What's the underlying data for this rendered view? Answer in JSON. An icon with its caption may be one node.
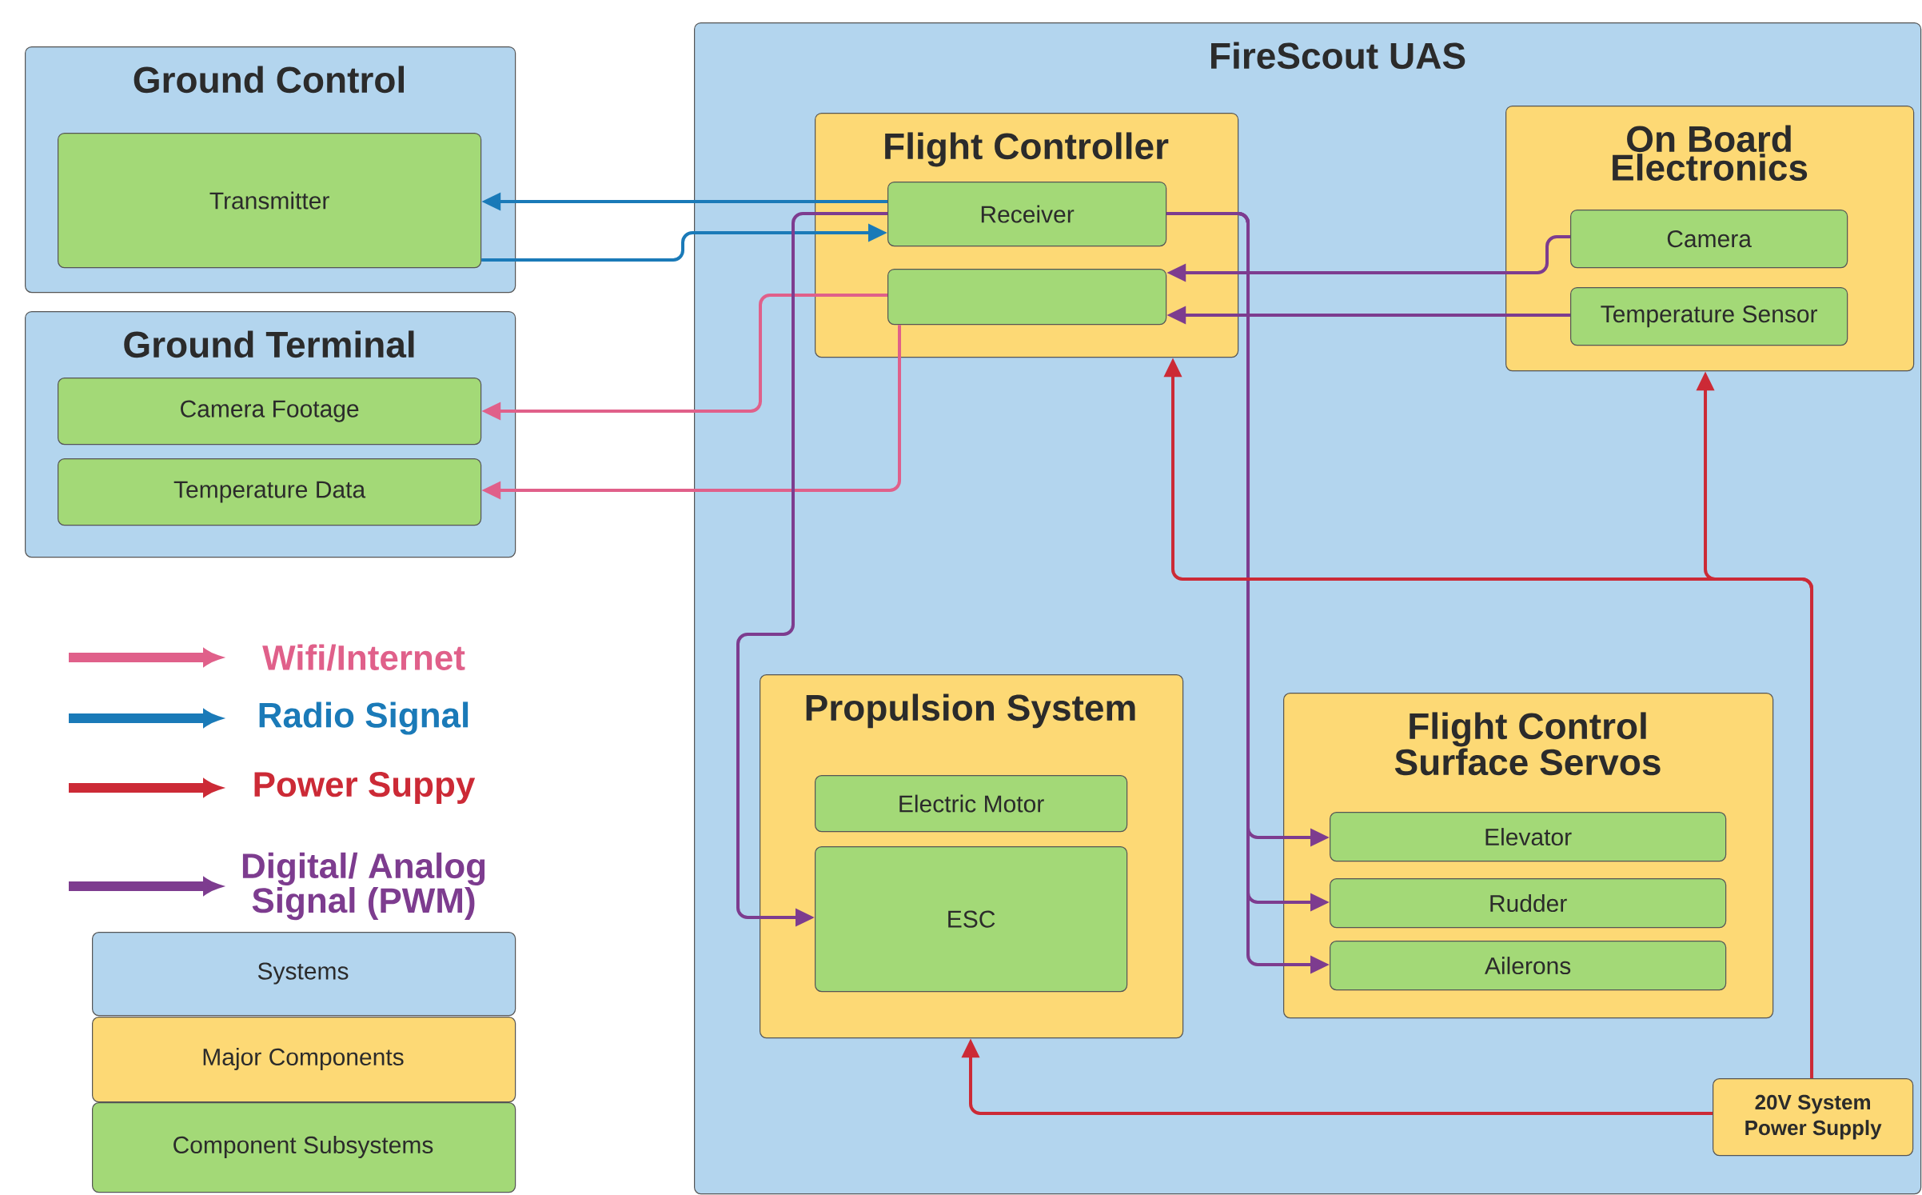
{
  "diagram": {
    "nodes": [
      {
        "text": [
          "Ground Control"
        ]
      },
      {
        "text": [
          "Transmitter"
        ],
        "in": 0
      },
      {
        "text": [
          "Ground Terminal"
        ]
      },
      {
        "text": [
          "Camera Footage"
        ],
        "in": 2
      },
      {
        "text": [
          "Temperature Data"
        ],
        "in": 2
      },
      {
        "text": [
          "FireScout UAS"
        ]
      },
      {
        "text": [
          "Flight Controller"
        ],
        "in": 5
      },
      {
        "text": [
          "Receiver"
        ],
        "in": 6
      },
      {
        "text": [],
        "shape": "box",
        "in": 6
      },
      {
        "text": [
          "On Board Electronics"
        ],
        "in": 5
      },
      {
        "text": [
          "Camera"
        ],
        "in": 9
      },
      {
        "text": [
          "Temperature Sensor"
        ],
        "in": 9
      },
      {
        "text": [
          "Propulsion System"
        ],
        "in": 5
      },
      {
        "text": [
          "Electric Motor"
        ],
        "in": 12
      },
      {
        "text": [
          "ESC"
        ],
        "in": 12
      },
      {
        "text": [
          "Flight Control Surface Servos"
        ],
        "in": 5
      },
      {
        "text": [
          "Elevator"
        ],
        "in": 15
      },
      {
        "text": [
          "Rudder"
        ],
        "in": 15
      },
      {
        "text": [
          "Ailerons"
        ],
        "in": 15
      },
      {
        "text": [
          "20V System Power Supply"
        ],
        "in": 5
      }
    ],
    "edges": [
      {
        "from": 7,
        "to": 1,
        "arrow": "to",
        "color": "#1a7ab8"
      },
      {
        "from": 1,
        "to": 7,
        "arrow": "to",
        "color": "#1a7ab8"
      },
      {
        "from": 8,
        "to": 3,
        "arrow": "to",
        "color": "#e0608a"
      },
      {
        "from": 8,
        "to": 4,
        "arrow": "to",
        "color": "#e0608a"
      },
      {
        "from": 10,
        "to": 8,
        "arrow": "to",
        "color": "#7d3c8f"
      },
      {
        "from": 11,
        "to": 8,
        "arrow": "to",
        "color": "#7d3c8f"
      },
      {
        "from": 7,
        "to": 14,
        "arrow": "to",
        "color": "#7d3c8f"
      },
      {
        "from": 7,
        "to": 16,
        "arrow": "to",
        "color": "#7d3c8f"
      },
      {
        "from": 7,
        "to": 17,
        "arrow": "to",
        "color": "#7d3c8f"
      },
      {
        "from": 7,
        "to": 18,
        "arrow": "to",
        "color": "#7d3c8f"
      },
      {
        "from": 19,
        "to": 6,
        "arrow": "to",
        "color": "#cc2a36"
      },
      {
        "from": 19,
        "to": 9,
        "arrow": "to",
        "color": "#cc2a36"
      },
      {
        "from": 19,
        "to": 12,
        "arrow": "to",
        "color": "#cc2a36"
      }
    ],
    "legend": [
      {
        "text": "Wifi/Internet",
        "color": "#e0608a"
      },
      {
        "text": "Radio Signal",
        "color": "#1a7ab8"
      },
      {
        "text": "Power Suppy",
        "color": "#cc2a36"
      },
      {
        "text": "Digital/ Analog Signal (PWM)",
        "color": "#7d3c8f"
      },
      {
        "text": "Systems",
        "color": "#b3d5ee"
      },
      {
        "text": "Major Components",
        "color": "#fdd975"
      },
      {
        "text": "Component Subsystems",
        "color": "#a3d977"
      }
    ]
  }
}
